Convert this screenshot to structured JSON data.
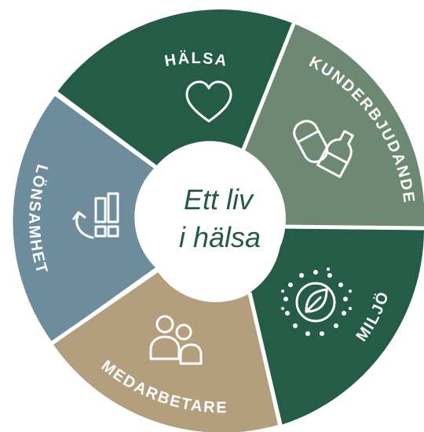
{
  "center": {
    "line1": "Ett liv",
    "line2": "i hälsa"
  },
  "segments": [
    {
      "label": "HÄLSA",
      "icon": "heart-icon",
      "color": "#245c47"
    },
    {
      "label": "KUNDERBJUDANDE",
      "icon": "bottles-icon",
      "color": "#6d8873"
    },
    {
      "label": "MILJÖ",
      "icon": "leaf-globe-icon",
      "color": "#245c47"
    },
    {
      "label": "MEDARBETARE",
      "icon": "people-icon",
      "color": "#b39f7e"
    },
    {
      "label": "LÖNSAMHET",
      "icon": "growth-bars-icon",
      "color": "#6d8c9c"
    }
  ],
  "colors": {
    "center_text": "#245a46",
    "divider": "#ffffff"
  }
}
